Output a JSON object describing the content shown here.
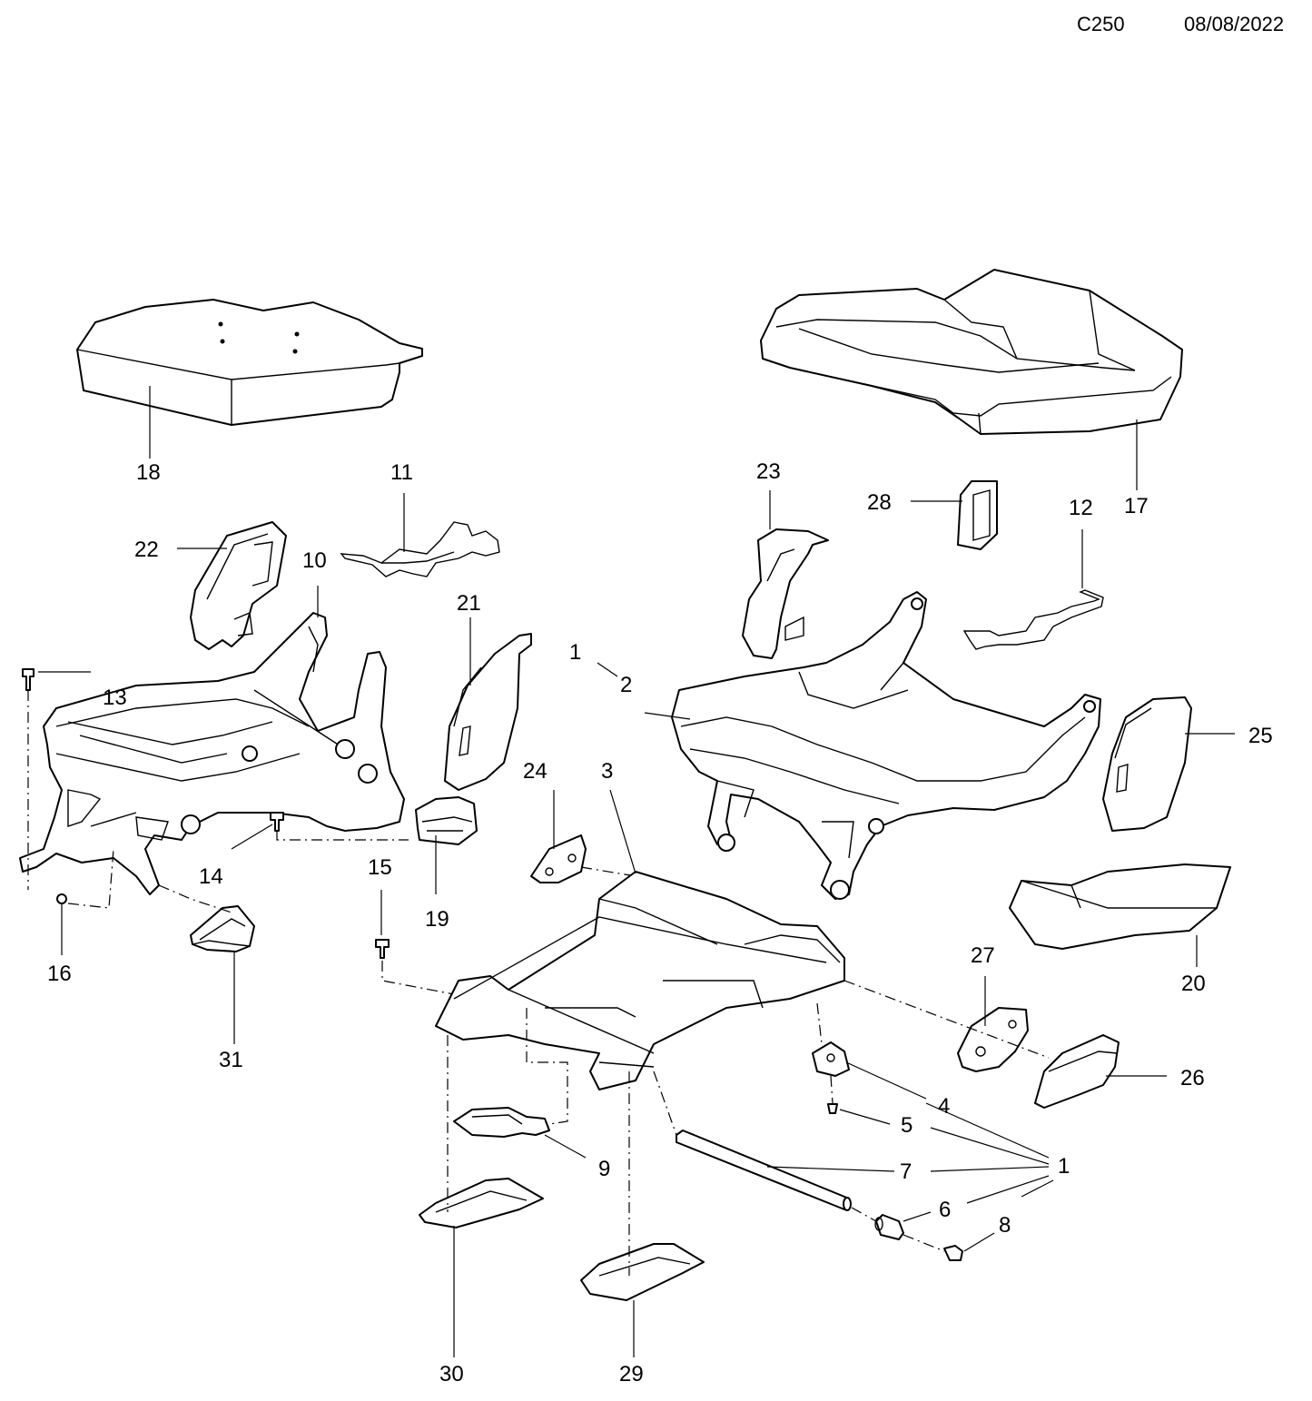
{
  "header": {
    "code": "C250",
    "date": "08/08/2022"
  },
  "callouts": {
    "c1a": "1",
    "c1b": "1",
    "c2": "2",
    "c3": "3",
    "c4": "4",
    "c5": "5",
    "c6": "6",
    "c7": "7",
    "c8": "8",
    "c9": "9",
    "c10": "10",
    "c11": "11",
    "c12": "12",
    "c13": "13",
    "c14": "14",
    "c15": "15",
    "c16": "16",
    "c17": "17",
    "c18": "18",
    "c19": "19",
    "c20": "20",
    "c21": "21",
    "c22": "22",
    "c23": "23",
    "c24": "24",
    "c25": "25",
    "c26": "26",
    "c27": "27",
    "c28": "28",
    "c29": "29",
    "c30": "30",
    "c31": "31"
  }
}
